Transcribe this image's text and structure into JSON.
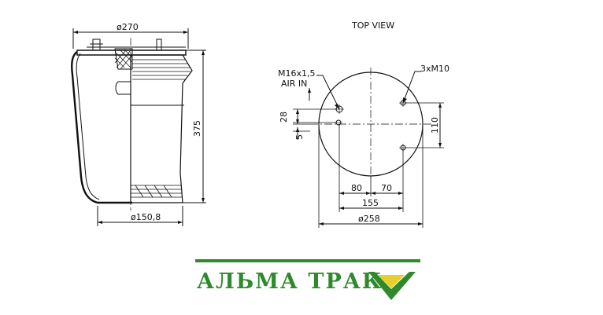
{
  "drawing": {
    "title_top_view": "TOP VIEW",
    "dims": {
      "top_diameter": "ø270",
      "height": "375",
      "piston_diameter": "ø150,8",
      "plate_diameter": "ø258",
      "dim_80": "80",
      "dim_70": "70",
      "dim_155": "155",
      "dim_110": "110",
      "dim_28": "28",
      "dim_5": "5"
    },
    "callouts": {
      "studs": "3xM10",
      "air_fitting": "M16x1,5",
      "air_in": "AIR  IN"
    }
  },
  "brand": {
    "name": "АЛЬМА ТРАК",
    "color": "#2e8a2c",
    "logo_icon": "chevron-check-icon"
  }
}
